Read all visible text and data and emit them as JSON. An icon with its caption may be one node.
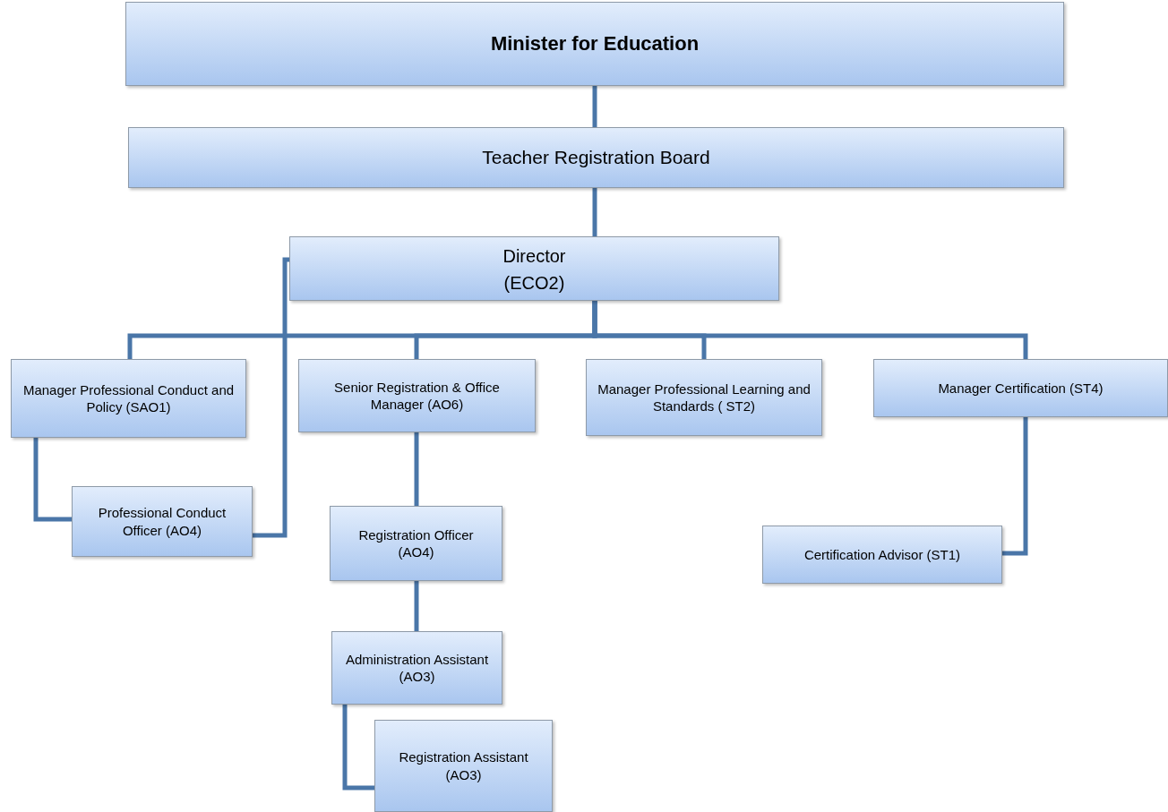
{
  "diagram": {
    "nodes": [
      {
        "text": [
          "Minister for Education"
        ]
      },
      {
        "text": [
          "Teacher Registration Board"
        ]
      },
      {
        "text": [
          "Director",
          "(ECO2)"
        ]
      },
      {
        "text": [
          "Manager Professional Conduct and Policy (SAO1)"
        ]
      },
      {
        "text": [
          "Senior Registration & Office Manager (AO6)"
        ]
      },
      {
        "text": [
          "Manager Professional Learning and Standards ( ST2)"
        ]
      },
      {
        "text": [
          "Manager Certification (ST4)"
        ]
      },
      {
        "text": [
          "Professional Conduct Officer (AO4)"
        ]
      },
      {
        "text": [
          "Registration Officer (AO4)"
        ]
      },
      {
        "text": [
          "Certification Advisor (ST1)"
        ]
      },
      {
        "text": [
          "Administration Assistant (AO3)"
        ]
      },
      {
        "text": [
          "Registration Assistant (AO3)"
        ]
      }
    ],
    "edges": [
      {
        "from": 0,
        "to": 1,
        "arrow": "none"
      },
      {
        "from": 1,
        "to": 2,
        "arrow": "none"
      },
      {
        "from": 2,
        "to": 3,
        "arrow": "none"
      },
      {
        "from": 2,
        "to": 4,
        "arrow": "none"
      },
      {
        "from": 2,
        "to": 5,
        "arrow": "none"
      },
      {
        "from": 2,
        "to": 6,
        "arrow": "none"
      },
      {
        "from": 3,
        "to": 7,
        "arrow": "none"
      },
      {
        "from": 2,
        "to": 7,
        "arrow": "none"
      },
      {
        "from": 4,
        "to": 8,
        "arrow": "none"
      },
      {
        "from": 8,
        "to": 10,
        "arrow": "none"
      },
      {
        "from": 10,
        "to": 11,
        "arrow": "none"
      },
      {
        "from": 6,
        "to": 9,
        "arrow": "none"
      }
    ]
  }
}
